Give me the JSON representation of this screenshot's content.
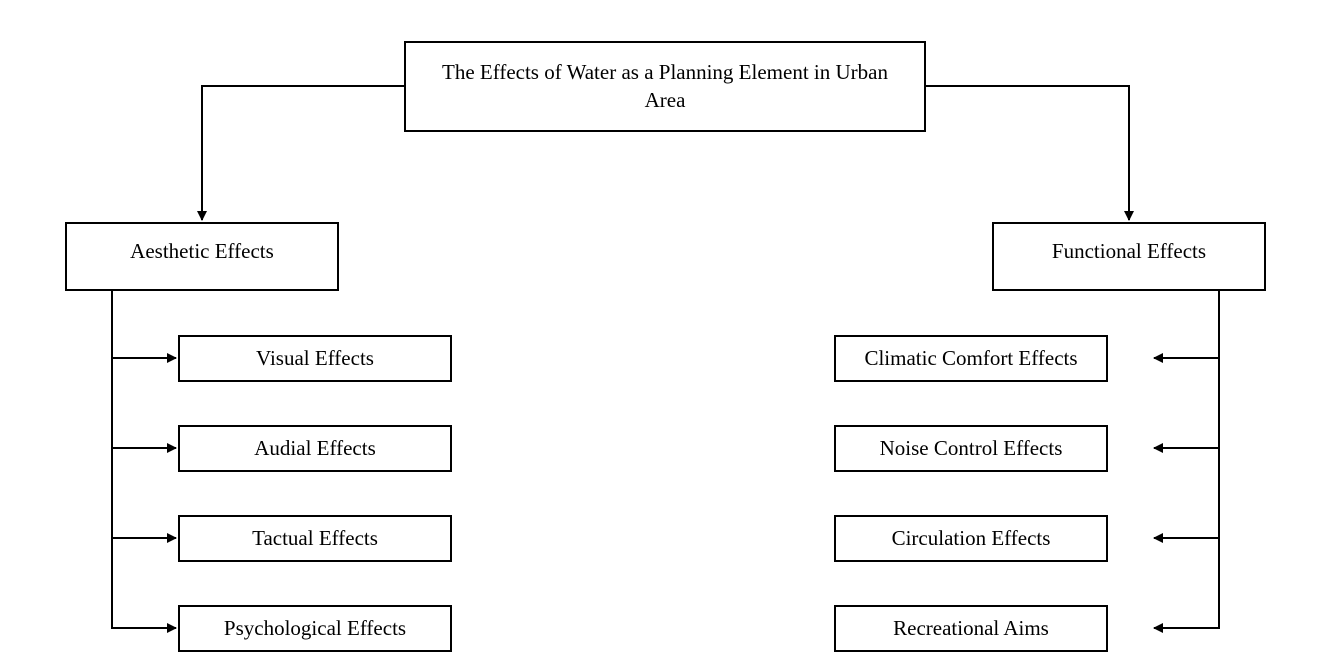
{
  "root": {
    "label": "The Effects of Water as a Planning Element in Urban Area"
  },
  "branches": [
    {
      "label": "Aesthetic Effects",
      "children": [
        "Visual Effects",
        "Audial Effects",
        "Tactual Effects",
        "Psychological Effects"
      ]
    },
    {
      "label": "Functional Effects",
      "children": [
        "Climatic Comfort Effects",
        "Noise Control Effects",
        "Circulation Effects",
        "Recreational Aims"
      ]
    }
  ],
  "colors": {
    "line": "#000000",
    "box_fill": "#ffffff"
  }
}
